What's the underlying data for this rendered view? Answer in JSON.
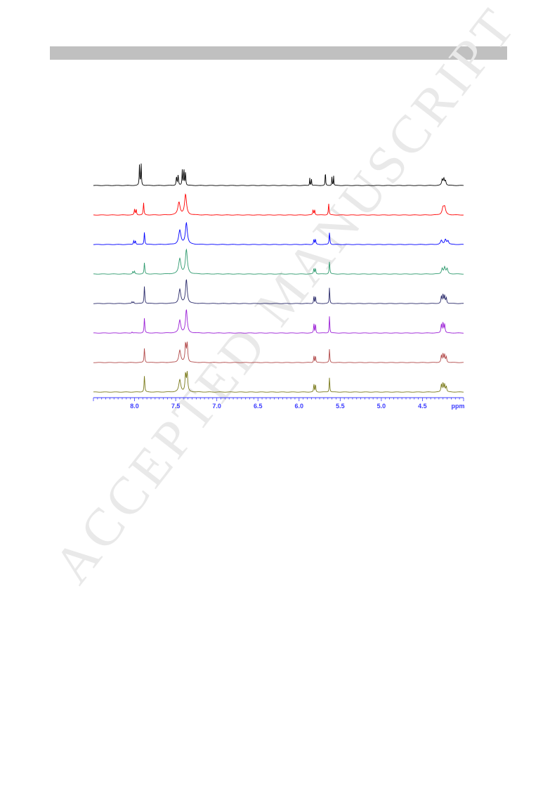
{
  "watermark_text": "ACCEPTED MANUSCRIPT",
  "chart_data": {
    "type": "line",
    "title": "",
    "xlabel": "ppm",
    "ylabel": "",
    "xlim": [
      8.5,
      4.0
    ],
    "x_reversed": true,
    "grid": false,
    "legend": "none",
    "axis_color": "#3b3bff",
    "tick_labels": [
      "8.0",
      "7.5",
      "7.0",
      "6.5",
      "6.0",
      "5.5",
      "5.0",
      "4.5"
    ],
    "tick_values": [
      8.0,
      7.5,
      7.0,
      6.5,
      6.0,
      5.5,
      5.0,
      4.5
    ],
    "series": [
      {
        "color": "#000000",
        "peaks": [
          {
            "ppm": 7.94,
            "h": 0.82,
            "w": 0.004
          },
          {
            "ppm": 7.92,
            "h": 0.86,
            "w": 0.004
          },
          {
            "ppm": 7.49,
            "h": 0.35,
            "w": 0.005
          },
          {
            "ppm": 7.47,
            "h": 0.4,
            "w": 0.005
          },
          {
            "ppm": 7.42,
            "h": 0.6,
            "w": 0.004
          },
          {
            "ppm": 7.4,
            "h": 0.68,
            "w": 0.004
          },
          {
            "ppm": 7.38,
            "h": 0.55,
            "w": 0.004
          },
          {
            "ppm": 5.87,
            "h": 0.3,
            "w": 0.003
          },
          {
            "ppm": 5.85,
            "h": 0.3,
            "w": 0.003
          },
          {
            "ppm": 5.68,
            "h": 0.62,
            "w": 0.003
          },
          {
            "ppm": 5.6,
            "h": 0.38,
            "w": 0.003
          },
          {
            "ppm": 5.58,
            "h": 0.38,
            "w": 0.003
          },
          {
            "ppm": 4.26,
            "h": 0.22,
            "w": 0.008
          },
          {
            "ppm": 4.24,
            "h": 0.26,
            "w": 0.008
          },
          {
            "ppm": 4.22,
            "h": 0.18,
            "w": 0.008
          }
        ]
      },
      {
        "color": "#ff0000",
        "peaks": [
          {
            "ppm": 8.0,
            "h": 0.22,
            "w": 0.005
          },
          {
            "ppm": 7.98,
            "h": 0.22,
            "w": 0.005
          },
          {
            "ppm": 7.89,
            "h": 0.48,
            "w": 0.005
          },
          {
            "ppm": 7.46,
            "h": 0.5,
            "w": 0.016
          },
          {
            "ppm": 7.38,
            "h": 0.8,
            "w": 0.014
          },
          {
            "ppm": 5.83,
            "h": 0.2,
            "w": 0.005
          },
          {
            "ppm": 5.81,
            "h": 0.2,
            "w": 0.005
          },
          {
            "ppm": 5.64,
            "h": 0.45,
            "w": 0.005
          },
          {
            "ppm": 4.25,
            "h": 0.26,
            "w": 0.014
          },
          {
            "ppm": 4.23,
            "h": 0.28,
            "w": 0.014
          }
        ]
      },
      {
        "color": "#0000ff",
        "peaks": [
          {
            "ppm": 8.01,
            "h": 0.15,
            "w": 0.005
          },
          {
            "ppm": 7.99,
            "h": 0.15,
            "w": 0.005
          },
          {
            "ppm": 7.88,
            "h": 0.5,
            "w": 0.005
          },
          {
            "ppm": 7.45,
            "h": 0.55,
            "w": 0.016
          },
          {
            "ppm": 7.37,
            "h": 0.85,
            "w": 0.014
          },
          {
            "ppm": 5.82,
            "h": 0.2,
            "w": 0.005
          },
          {
            "ppm": 5.8,
            "h": 0.2,
            "w": 0.005
          },
          {
            "ppm": 5.63,
            "h": 0.48,
            "w": 0.005
          },
          {
            "ppm": 4.27,
            "h": 0.16,
            "w": 0.012
          },
          {
            "ppm": 4.22,
            "h": 0.2,
            "w": 0.012
          },
          {
            "ppm": 4.19,
            "h": 0.14,
            "w": 0.01
          }
        ]
      },
      {
        "color": "#2e9a6e",
        "peaks": [
          {
            "ppm": 8.02,
            "h": 0.1,
            "w": 0.005
          },
          {
            "ppm": 8.0,
            "h": 0.1,
            "w": 0.005
          },
          {
            "ppm": 7.88,
            "h": 0.45,
            "w": 0.005
          },
          {
            "ppm": 7.45,
            "h": 0.6,
            "w": 0.016
          },
          {
            "ppm": 7.37,
            "h": 0.95,
            "w": 0.014
          },
          {
            "ppm": 5.82,
            "h": 0.22,
            "w": 0.005
          },
          {
            "ppm": 5.8,
            "h": 0.22,
            "w": 0.005
          },
          {
            "ppm": 5.63,
            "h": 0.5,
            "w": 0.005
          },
          {
            "ppm": 4.26,
            "h": 0.22,
            "w": 0.01
          },
          {
            "ppm": 4.23,
            "h": 0.26,
            "w": 0.01
          },
          {
            "ppm": 4.2,
            "h": 0.2,
            "w": 0.01
          }
        ]
      },
      {
        "color": "#2a2a6a",
        "peaks": [
          {
            "ppm": 8.03,
            "h": 0.07,
            "w": 0.005
          },
          {
            "ppm": 8.01,
            "h": 0.07,
            "w": 0.005
          },
          {
            "ppm": 7.88,
            "h": 0.7,
            "w": 0.005
          },
          {
            "ppm": 7.45,
            "h": 0.55,
            "w": 0.014
          },
          {
            "ppm": 7.37,
            "h": 0.95,
            "w": 0.012
          },
          {
            "ppm": 5.82,
            "h": 0.3,
            "w": 0.004
          },
          {
            "ppm": 5.8,
            "h": 0.3,
            "w": 0.004
          },
          {
            "ppm": 5.63,
            "h": 0.65,
            "w": 0.004
          },
          {
            "ppm": 4.27,
            "h": 0.28,
            "w": 0.006
          },
          {
            "ppm": 4.25,
            "h": 0.34,
            "w": 0.006
          },
          {
            "ppm": 4.23,
            "h": 0.3,
            "w": 0.006
          },
          {
            "ppm": 4.21,
            "h": 0.22,
            "w": 0.006
          }
        ]
      },
      {
        "color": "#9b1fd6",
        "peaks": [
          {
            "ppm": 8.03,
            "h": 0.04,
            "w": 0.005
          },
          {
            "ppm": 7.88,
            "h": 0.6,
            "w": 0.005
          },
          {
            "ppm": 7.45,
            "h": 0.5,
            "w": 0.014
          },
          {
            "ppm": 7.37,
            "h": 0.92,
            "w": 0.012
          },
          {
            "ppm": 5.82,
            "h": 0.38,
            "w": 0.004
          },
          {
            "ppm": 5.8,
            "h": 0.38,
            "w": 0.004
          },
          {
            "ppm": 5.63,
            "h": 0.7,
            "w": 0.004
          },
          {
            "ppm": 4.27,
            "h": 0.34,
            "w": 0.006
          },
          {
            "ppm": 4.25,
            "h": 0.4,
            "w": 0.006
          },
          {
            "ppm": 4.23,
            "h": 0.34,
            "w": 0.006
          }
        ]
      },
      {
        "color": "#b24a4a",
        "peaks": [
          {
            "ppm": 7.88,
            "h": 0.58,
            "w": 0.005
          },
          {
            "ppm": 7.45,
            "h": 0.48,
            "w": 0.014
          },
          {
            "ppm": 7.38,
            "h": 0.7,
            "w": 0.008
          },
          {
            "ppm": 7.36,
            "h": 0.72,
            "w": 0.008
          },
          {
            "ppm": 5.82,
            "h": 0.28,
            "w": 0.004
          },
          {
            "ppm": 5.8,
            "h": 0.28,
            "w": 0.004
          },
          {
            "ppm": 5.63,
            "h": 0.55,
            "w": 0.004
          },
          {
            "ppm": 4.27,
            "h": 0.28,
            "w": 0.006
          },
          {
            "ppm": 4.25,
            "h": 0.33,
            "w": 0.006
          },
          {
            "ppm": 4.23,
            "h": 0.3,
            "w": 0.006
          },
          {
            "ppm": 4.21,
            "h": 0.22,
            "w": 0.006
          }
        ]
      },
      {
        "color": "#7a7a1a",
        "peaks": [
          {
            "ppm": 7.88,
            "h": 0.65,
            "w": 0.005
          },
          {
            "ppm": 7.45,
            "h": 0.48,
            "w": 0.014
          },
          {
            "ppm": 7.38,
            "h": 0.68,
            "w": 0.008
          },
          {
            "ppm": 7.36,
            "h": 0.72,
            "w": 0.008
          },
          {
            "ppm": 5.82,
            "h": 0.32,
            "w": 0.004
          },
          {
            "ppm": 5.8,
            "h": 0.32,
            "w": 0.004
          },
          {
            "ppm": 5.63,
            "h": 0.6,
            "w": 0.004
          },
          {
            "ppm": 4.27,
            "h": 0.3,
            "w": 0.006
          },
          {
            "ppm": 4.25,
            "h": 0.35,
            "w": 0.006
          },
          {
            "ppm": 4.23,
            "h": 0.3,
            "w": 0.006
          },
          {
            "ppm": 4.21,
            "h": 0.22,
            "w": 0.006
          }
        ]
      }
    ]
  }
}
